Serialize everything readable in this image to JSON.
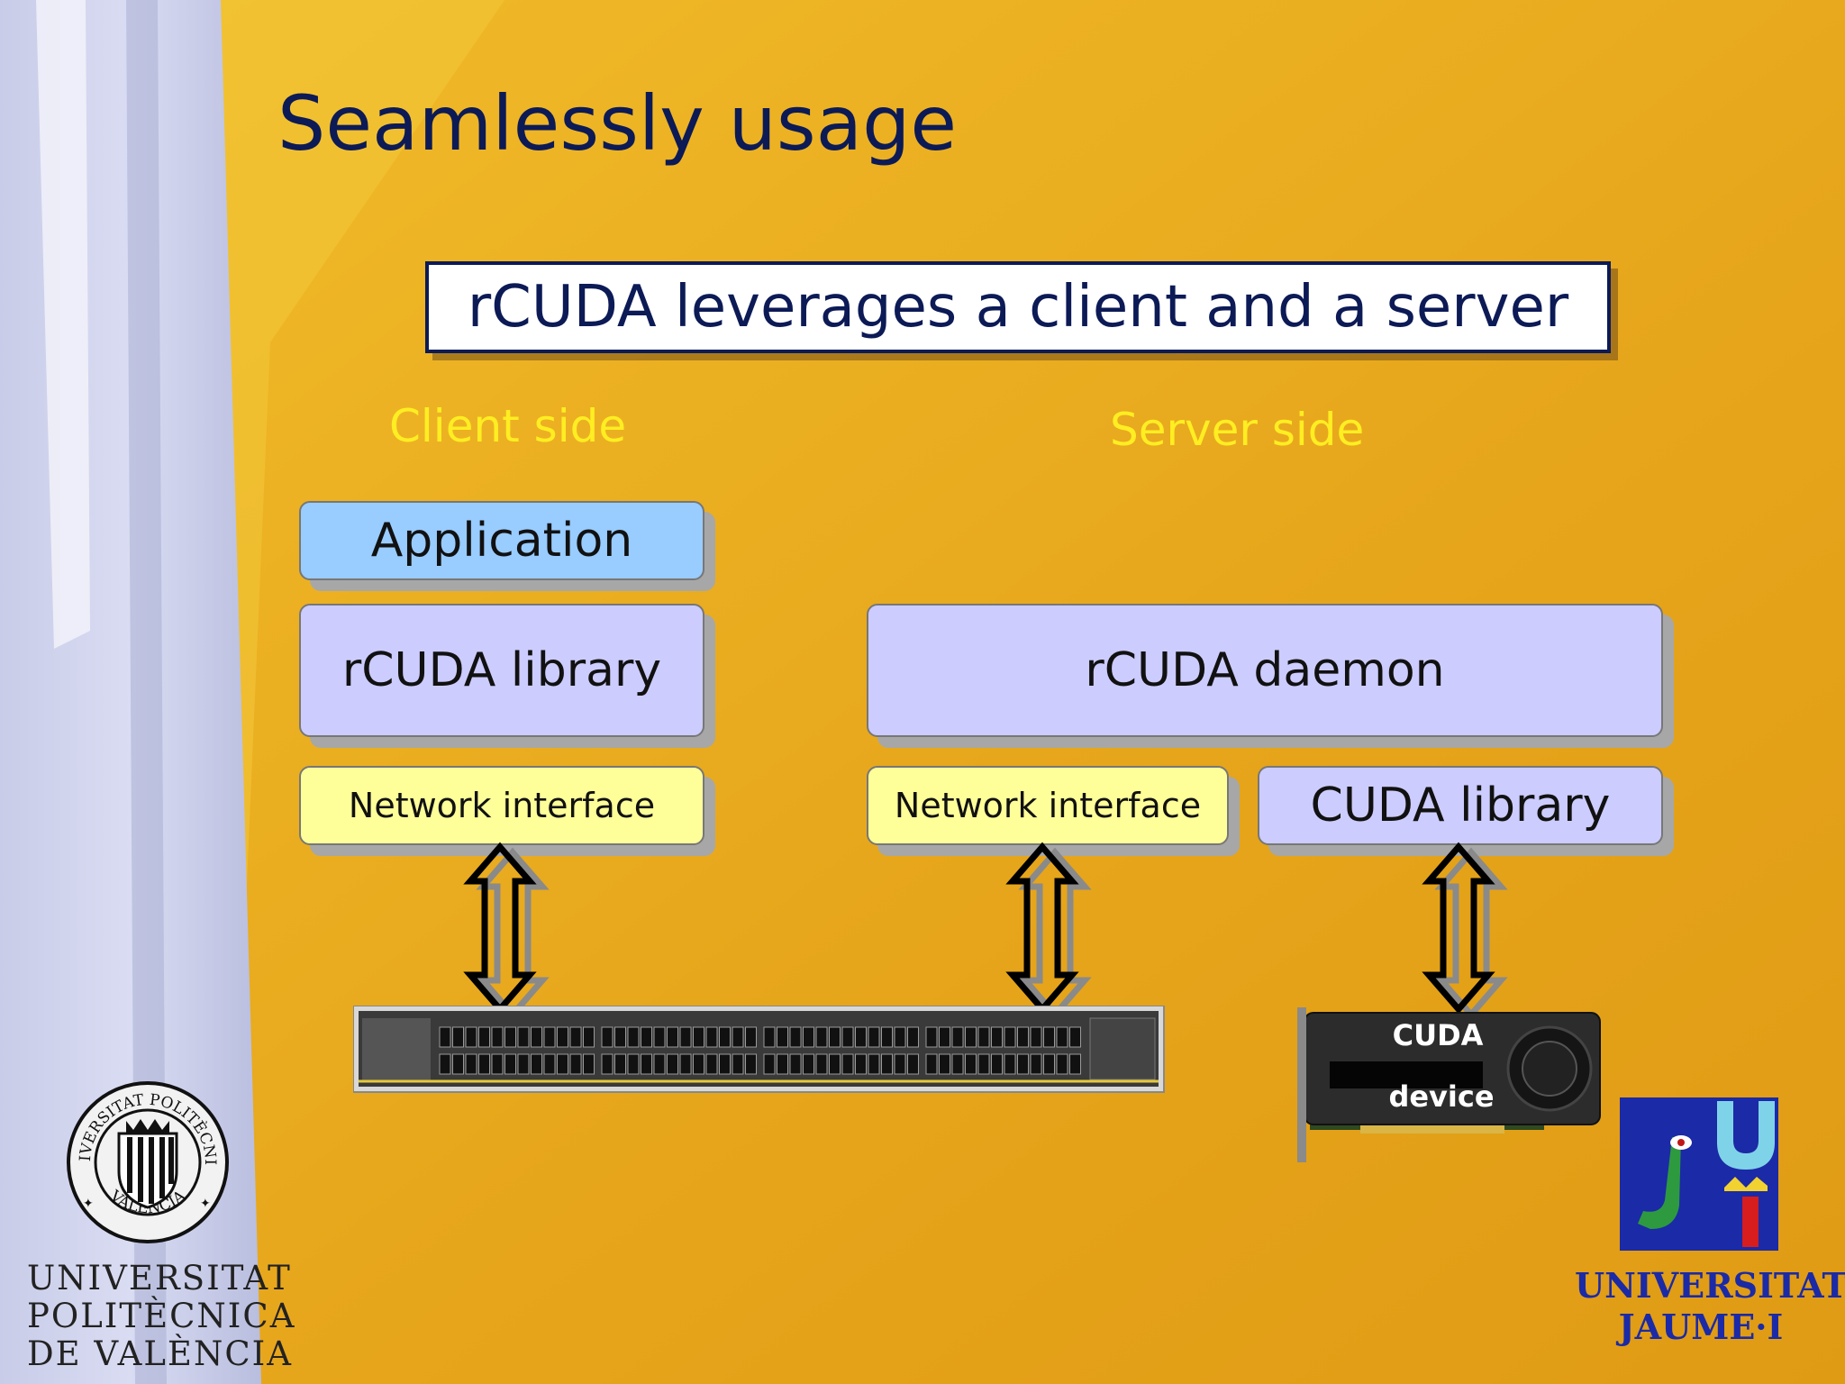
{
  "slide": {
    "title": "Seamlessly usage",
    "headline": "rCUDA leverages a client and a server"
  },
  "client": {
    "label": "Client side",
    "application": "Application",
    "library": "rCUDA  library",
    "network": "Network interface"
  },
  "server": {
    "label": "Server side",
    "daemon": "rCUDA daemon",
    "network": "Network interface",
    "cuda_library": "CUDA  library"
  },
  "gpu": {
    "line1": "CUDA",
    "line2": "device"
  },
  "logos": {
    "upv": [
      "UNIVERSITAT",
      "POLITÈCNICA",
      "DE VALÈNCIA"
    ],
    "upv_seal_ring": "UNIVERSITAT POLITÈCNICA",
    "upv_seal_bottom": "VALÈNCIA",
    "uji": [
      "UNIVERSITAT",
      "JAUME·I"
    ]
  },
  "colors": {
    "title": "#0c1a56",
    "side_label": "#ffee22",
    "application_box": "#99ccff",
    "library_box": "#ccccff",
    "network_box": "#ffff99",
    "background": "#e3a21a"
  }
}
